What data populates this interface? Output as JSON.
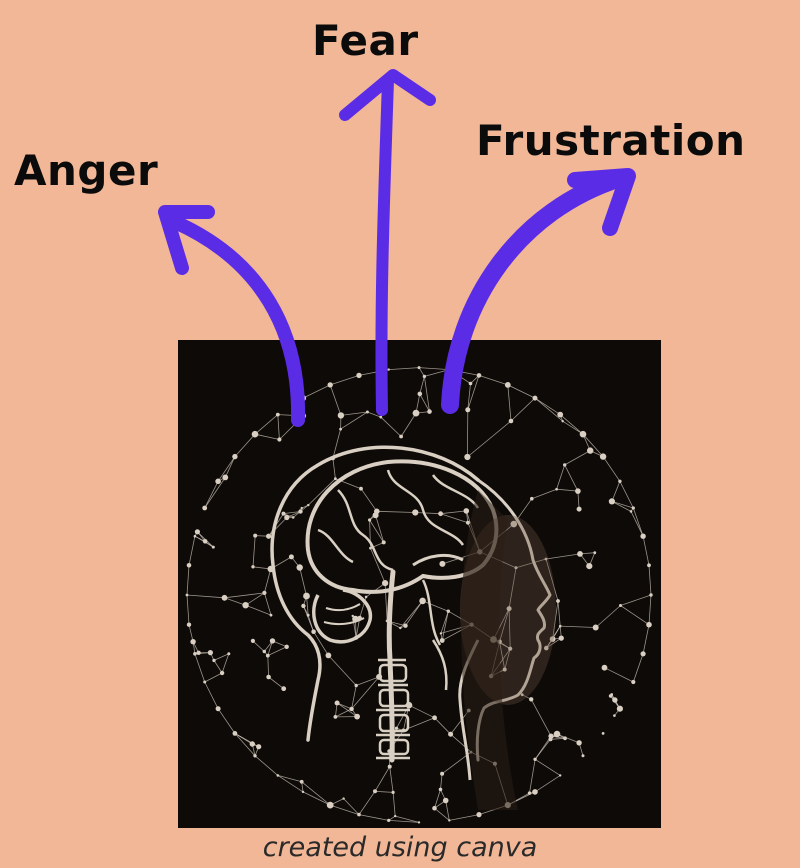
{
  "labels": {
    "fear": "Fear",
    "anger": "Anger",
    "frustration": "Frustration"
  },
  "caption": "created using canva",
  "colors": {
    "background": "#f2b796",
    "arrow": "#5b2ce6",
    "photo_background": "#0d0a08",
    "network_lines": "#d9cfc2",
    "label_text": "#0b0b0b",
    "caption_text": "#2a2a2a"
  }
}
